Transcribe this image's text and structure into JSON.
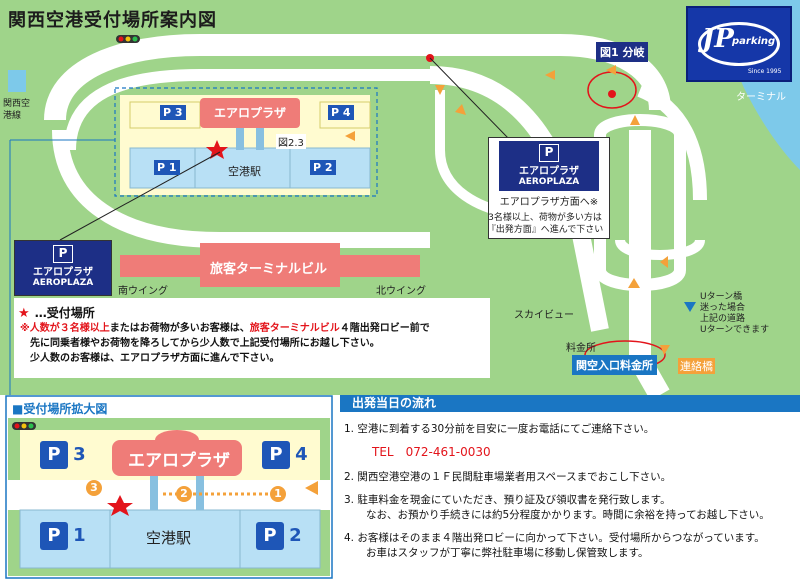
{
  "title": "関西空港受付場所案内図",
  "logo": {
    "mark": "JP",
    "text": "parking",
    "since": "Since 1995"
  },
  "labels": {
    "fig1": "図1 分岐",
    "fig23": "図2.3",
    "aeroplaza": "エアロプラザ",
    "airport_station": "空港駅",
    "p1": "P 1",
    "p2": "P 2",
    "p3": "P 3",
    "p4": "P 4",
    "terminal": "旅客ターミナルビル",
    "south_wing": "南ウイング",
    "north_wing": "北ウイング",
    "kansai_airport_line": "関西空港線",
    "toll": "料金所",
    "entrance_toll": "関空入口料金所",
    "bridge": "連絡橋",
    "skyview": "スカイビュー",
    "terminal2": "ターミナル",
    "uturn": "Uターン橋\n迷った場合\n上記の道路\nUターンできます",
    "sign_p": "P",
    "sign_name": "エアロプラザ",
    "sign_en": "AEROPLAZA",
    "sign_caption": "エアロプラザ方面へ※",
    "sign_note": "3名様以上、荷物が多い方は\n『出発方面』へ進んで下さい"
  },
  "legend": {
    "title": "…受付場所",
    "line1_a": "※",
    "line1_b": "人数が３名様以上",
    "line1_c": "またはお荷物が多いお客様は、",
    "line1_d": "旅客ターミナルビル",
    "line1_e": "４階出発ロビー前で",
    "line2": "先に同乗者様やお荷物を降ろしてから少人数で上記受付場所にお越し下さい。",
    "line3": "少人数のお客様は、エアロプラザ方面に進んで下さい。"
  },
  "inset": {
    "title": "■受付場所拡大図",
    "aeroplaza": "エアロプラザ",
    "station": "空港駅",
    "p1": "1",
    "p2": "2",
    "p3": "3",
    "p4": "4",
    "n1": "1",
    "n2": "2",
    "n3": "3"
  },
  "flow": {
    "title": "出発当日の流れ",
    "items": [
      "1.  空港に到着する30分前を目安に一度お電話にてご連絡下さい。",
      "2.  関西空港空港の１Ｆ民間駐車場業者用スペースまでおこし下さい。",
      "3.  駐車料金を現金にていただき、預り証及び領収書を発行致します。",
      "4.  お客様はそのまま４階出発ロビーに向かって下さい。受付場所からつながっています。"
    ],
    "tel": "TEL　072-461-0030",
    "item3_sub": "なお、お預かり手続きには約5分程度かかります。時間に余裕を持ってお越し下さい。",
    "item4_sub": "お車はスタッフが丁寧に弊社駐車場に移動し保管致します。"
  },
  "colors": {
    "road": "#ffffff",
    "grass": "#9fd48a",
    "sea": "#7dc9ea",
    "aeroplaza": "#ef7c78",
    "parking_blue": "#1e56b7",
    "parking_light": "#b8e0f5",
    "arrow": "#f4a13a",
    "red_star": "#e3141b",
    "sign_blue": "#1d2f86"
  }
}
